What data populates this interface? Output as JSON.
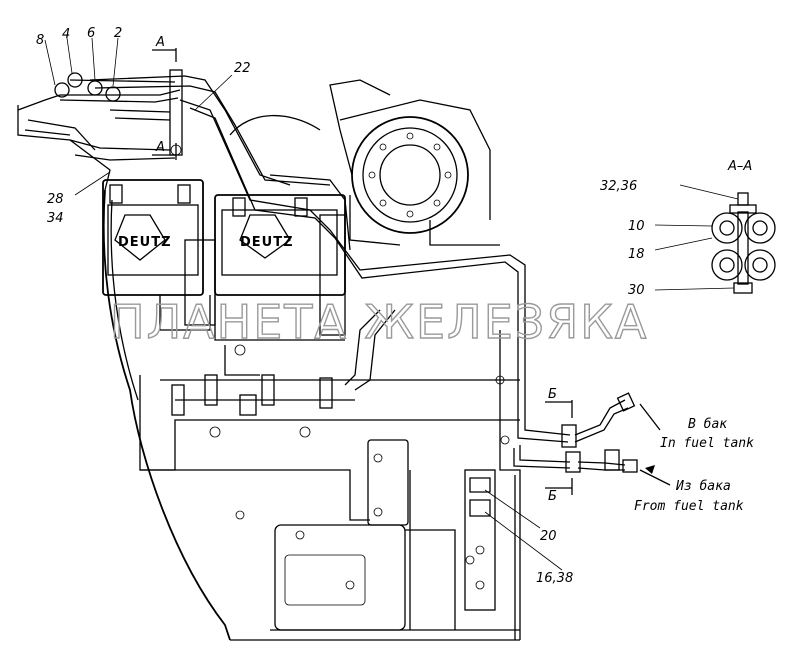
{
  "callouts": {
    "c8": "8",
    "c4": "4",
    "c6": "6",
    "c2": "2",
    "c22": "22",
    "c28": "28",
    "c34": "34",
    "c32_36": "32,36",
    "c10": "10",
    "c18": "18",
    "c30": "30",
    "c20": "20",
    "c16_38": "16,38"
  },
  "sections": {
    "a_top": "А",
    "a_mid": "А",
    "aa_title": "А–А",
    "b_top": "Б",
    "b_bottom": "Б"
  },
  "flows": {
    "to_tank_ru": "В бак",
    "to_tank_en": "In fuel tank",
    "from_tank_ru": "Из бака",
    "from_tank_en": "From fuel tank"
  },
  "brand": {
    "left": "DEUTZ",
    "right": "DEUTZ"
  },
  "watermark": "ПЛАНЕТА ЖЕЛЕЗЯКА"
}
